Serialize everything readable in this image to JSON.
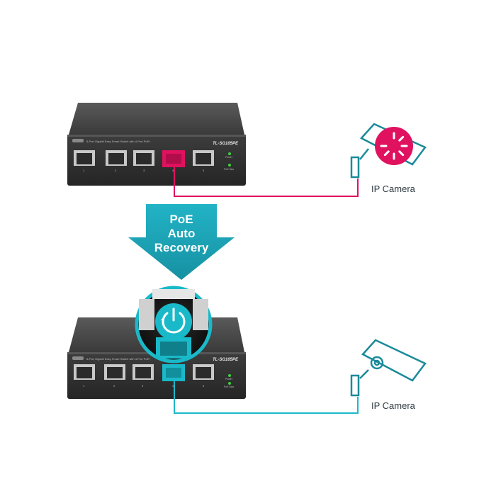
{
  "arrow": {
    "line1": "PoE",
    "line2": "Auto",
    "line3": "Recovery",
    "color": "#1aa5b8"
  },
  "top_switch": {
    "model": "TL-SG105PE",
    "description": "5-Port Gigabit Easy Smart Switch with 4-Port PoE+",
    "led_power": "Power",
    "led_poe_max": "PoE Max",
    "port_numbers": [
      "1",
      "2",
      "3",
      "4",
      "5"
    ],
    "active_port_color": "#e0115f"
  },
  "bottom_switch": {
    "model": "TL-SG105PE",
    "description": "5-Port Gigabit Easy Smart Switch with 4-Port PoE+",
    "led_power": "Power",
    "led_poe_max": "PoE Max",
    "port_numbers": [
      "1",
      "2",
      "3",
      "4",
      "5"
    ],
    "active_port_color": "#1ab9c9"
  },
  "cameras": {
    "top_label": "IP Camera",
    "bottom_label": "IP Camera",
    "top_color": "#e0115f",
    "bottom_color": "#1a8a9a"
  },
  "icons": {
    "recovery": "power-restart-icon",
    "loading": "loading-spinner-icon"
  }
}
